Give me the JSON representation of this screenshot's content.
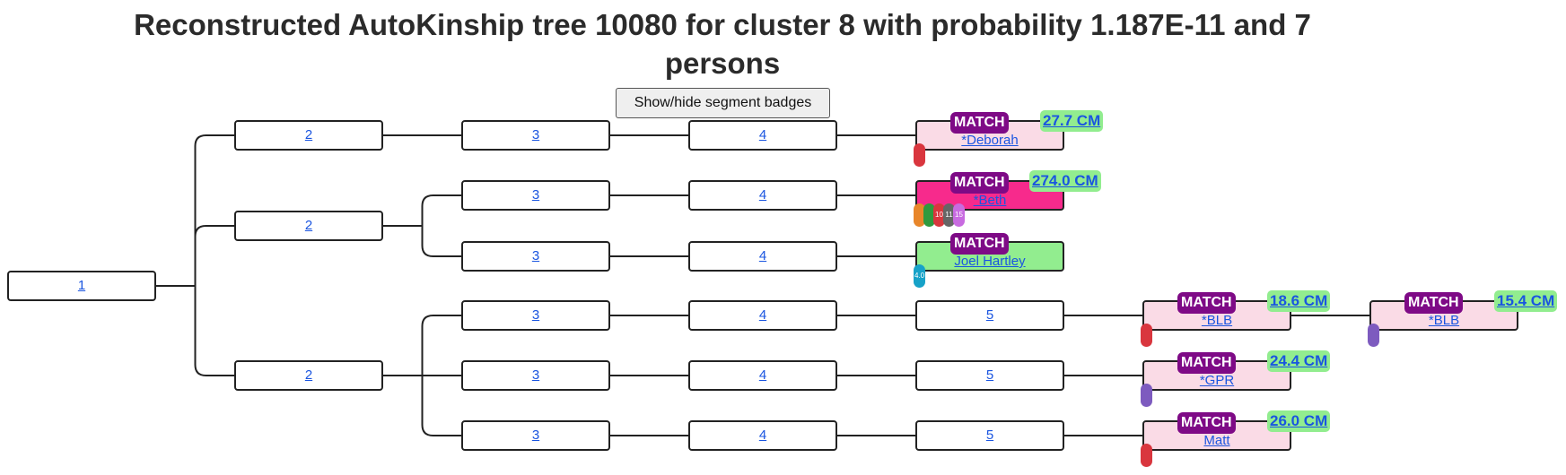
{
  "title": "Reconstructed AutoKinship tree 10080 for cluster 8 with probability 1.187E-11 and 7 persons",
  "toggle_label": "Show/hide segment badges",
  "match_label": "MATCH",
  "nodes": {
    "n1": {
      "label": "1"
    },
    "n2a": {
      "label": "2"
    },
    "n2b": {
      "label": "2"
    },
    "n2c": {
      "label": "2"
    },
    "n3a": {
      "label": "3"
    },
    "n3b": {
      "label": "3"
    },
    "n3c": {
      "label": "3"
    },
    "n3d": {
      "label": "3"
    },
    "n3e": {
      "label": "3"
    },
    "n3f": {
      "label": "3"
    },
    "n4a": {
      "label": "4"
    },
    "n4b": {
      "label": "4"
    },
    "n4c": {
      "label": "4"
    },
    "n4d": {
      "label": "4"
    },
    "n4e": {
      "label": "4"
    },
    "n4f": {
      "label": "4"
    },
    "n5d": {
      "label": "5"
    },
    "n5e": {
      "label": "5"
    },
    "n5f": {
      "label": "5"
    }
  },
  "matches": {
    "deborah": {
      "name": "*Deborah",
      "cm": "27.7 CM",
      "color": "#fadbe6"
    },
    "beth": {
      "name": "*Beth",
      "cm": "274.0 CM",
      "color": "#f72a8c"
    },
    "joel": {
      "name": "Joel Hartley",
      "color": "#92ed8f"
    },
    "blb1": {
      "name": "*BLB",
      "cm": "18.6 CM",
      "color": "#fadbe6"
    },
    "blb2": {
      "name": "*BLB",
      "cm": "15.4 CM",
      "color": "#fadbe6"
    },
    "gpr": {
      "name": "*GPR",
      "cm": "24.4 CM",
      "color": "#fadbe6"
    },
    "matt": {
      "name": "Matt",
      "cm": "26.0 CM",
      "color": "#fadbe6"
    }
  },
  "segments": {
    "deborah": [
      {
        "label": "",
        "color": "#d9363e"
      }
    ],
    "beth": [
      {
        "label": "",
        "color": "#e8862a"
      },
      {
        "label": "",
        "color": "#2f9a3e"
      },
      {
        "label": "10",
        "color": "#d9363e"
      },
      {
        "label": "11",
        "color": "#666666"
      },
      {
        "label": "15",
        "color": "#c86be0"
      }
    ],
    "joel": [
      {
        "label": "4.0",
        "color": "#17a2c8"
      }
    ],
    "blb1": [
      {
        "label": "",
        "color": "#d9363e"
      }
    ],
    "blb2": [
      {
        "label": "",
        "color": "#7d5bbf"
      }
    ],
    "gpr": [
      {
        "label": "",
        "color": "#7d5bbf"
      }
    ],
    "matt": [
      {
        "label": "",
        "color": "#d9363e"
      }
    ]
  }
}
